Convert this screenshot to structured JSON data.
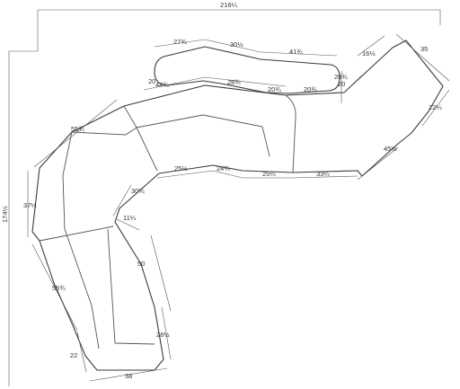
{
  "drawing": {
    "overall_width": "216¼",
    "overall_height": "174½",
    "dimensions": [
      "27¾",
      "30½",
      "41¾",
      "16½",
      "35",
      "26¾",
      "20",
      "20",
      "44¾",
      "28¾",
      "20¾",
      "20¾",
      "55¾",
      "22¼",
      "45½",
      "37½",
      "25½",
      "24¾",
      "25¼",
      "33¼",
      "30¼",
      "11¼",
      "50",
      "55¾",
      "28½",
      "22",
      "38"
    ]
  },
  "colors": {
    "line": "#3a3a3a",
    "background": "#ffffff"
  }
}
